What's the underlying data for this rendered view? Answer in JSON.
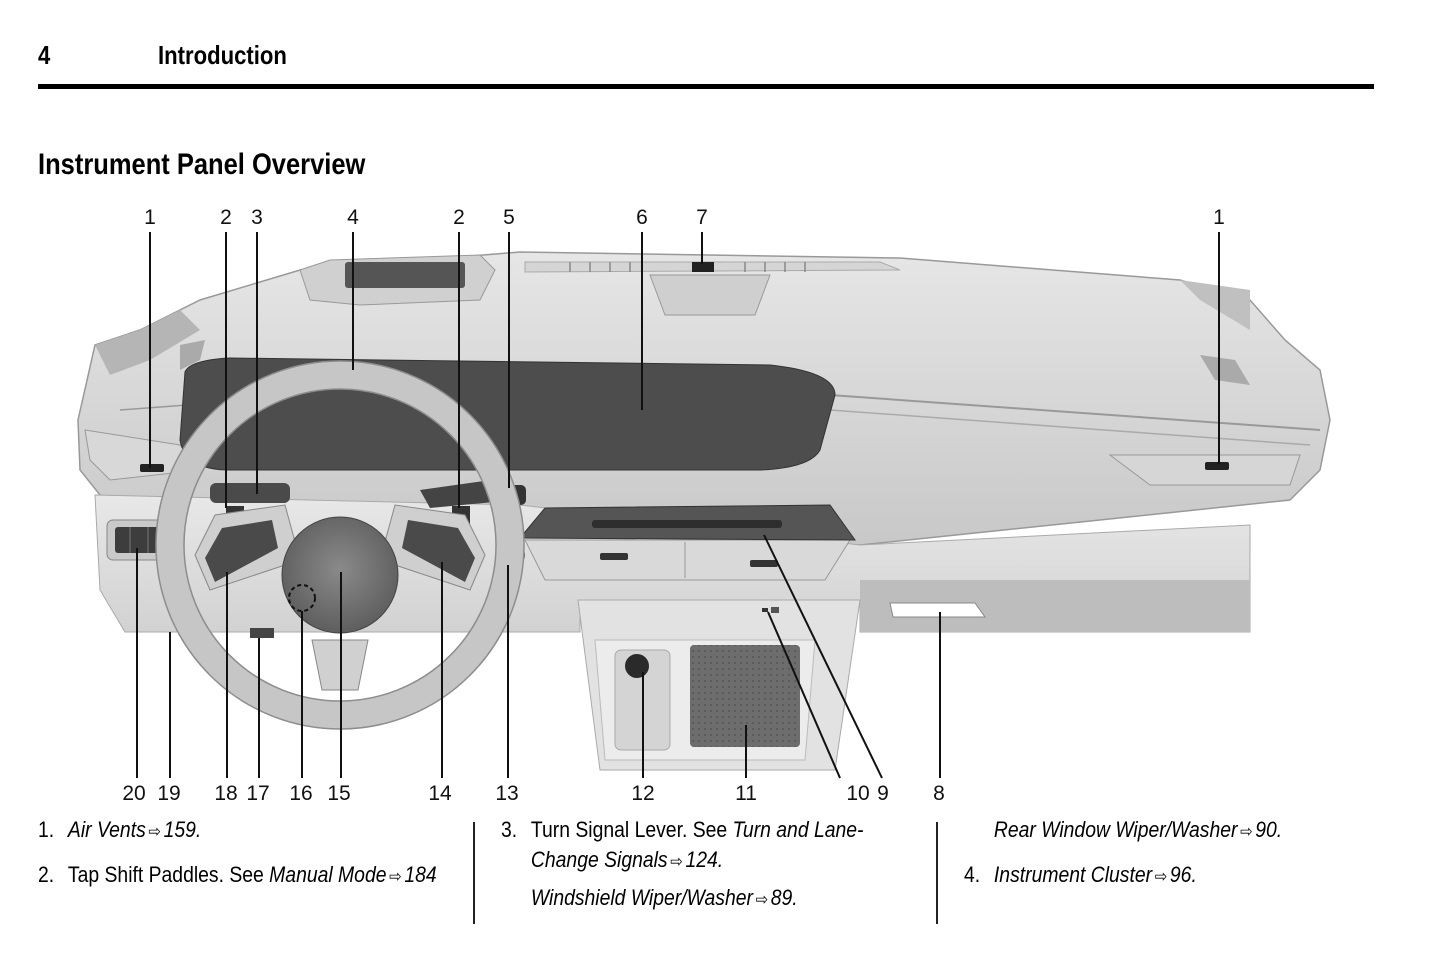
{
  "header": {
    "page_number": "4",
    "chapter": "Introduction"
  },
  "section_title": "Instrument Panel Overview",
  "figure": {
    "top_callouts": [
      "1",
      "2",
      "3",
      "4",
      "2",
      "5",
      "6",
      "7",
      "1"
    ],
    "bottom_callouts": [
      "20",
      "19",
      "18",
      "17",
      "16",
      "15",
      "14",
      "13",
      "12",
      "11",
      "10",
      "9",
      "8"
    ],
    "colors": {
      "dash_light": "#d9d9d9",
      "dash_mid": "#bdbdbd",
      "display_dark": "#4a4a4a",
      "outline": "#8a8a8a"
    }
  },
  "captions": {
    "col1": [
      {
        "num": "1.",
        "parts": [
          {
            "text": "Air Vents",
            "italic": true
          },
          {
            "icon": "reference-arrow-icon",
            "glyph": "⇨"
          },
          {
            "text": "159.",
            "italic": true
          }
        ]
      },
      {
        "num": "2.",
        "parts": [
          {
            "text": "Tap Shift Paddles. See ",
            "italic": false
          },
          {
            "text": "Manual Mode",
            "italic": true
          },
          {
            "icon": "reference-arrow-icon",
            "glyph": "⇨"
          },
          {
            "text": "184",
            "italic": true
          }
        ]
      }
    ],
    "col2": {
      "item3": {
        "num": "3.",
        "line1_plain": "Turn Signal Lever. See ",
        "line1_italic": "Turn and Lane-",
        "line2_italic": "Change Signals",
        "line2_page": "124.",
        "arrow": "⇨"
      },
      "sub": {
        "text": "Windshield Wiper/Washer",
        "page": "89.",
        "arrow": "⇨"
      }
    },
    "col3": {
      "cont": {
        "text": "Rear Window Wiper/Washer",
        "page": "90.",
        "arrow": "⇨"
      },
      "item4": {
        "num": "4.",
        "text": "Instrument Cluster",
        "page": "96.",
        "arrow": "⇨"
      }
    }
  }
}
